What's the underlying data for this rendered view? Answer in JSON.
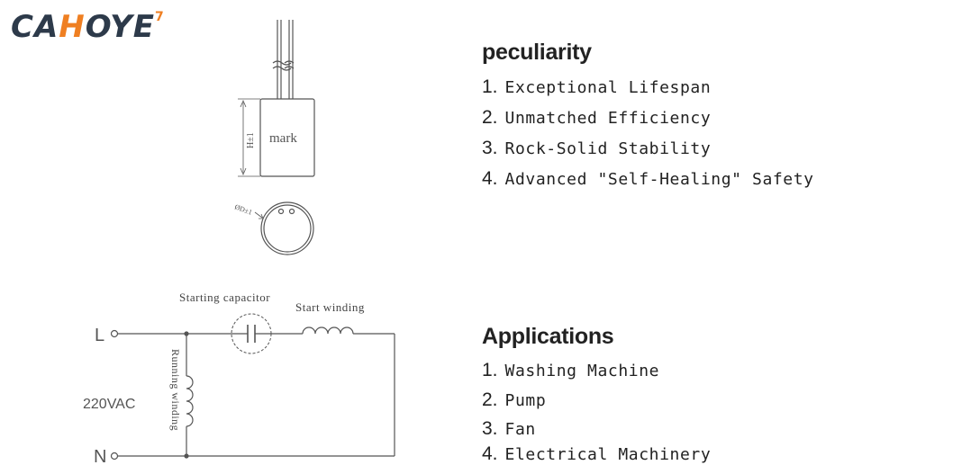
{
  "logo": {
    "text_pre": "CA",
    "text_h": "H",
    "text_post": "OYE",
    "sup": "7"
  },
  "diagram": {
    "capacitor_label": "mark",
    "height_label": "H±1",
    "diameter_label": "ØD±1",
    "starting_capacitor_label": "Starting capacitor",
    "start_winding_label": "Start winding",
    "running_winding_label": "Running winding",
    "voltage_label": "220VAC",
    "terminal_l": "L",
    "terminal_n": "N"
  },
  "peculiarity": {
    "title": "peculiarity",
    "items": [
      {
        "num": "1.",
        "text": "Exceptional Lifespan"
      },
      {
        "num": "2.",
        "text": "Unmatched Efficiency"
      },
      {
        "num": "3.",
        "text": "Rock-Solid Stability"
      },
      {
        "num": "4.",
        "text": "Advanced \"Self-Healing\" Safety"
      }
    ]
  },
  "applications": {
    "title": "Applications",
    "items": [
      {
        "num": "1.",
        "text": "Washing  Machine"
      },
      {
        "num": "2.",
        "text": "Pump"
      },
      {
        "num": "3.",
        "text": "Fan"
      },
      {
        "num": "4.",
        "text": "Electrical  Machinery"
      }
    ]
  },
  "colors": {
    "logo_main": "#2d3a4a",
    "logo_accent": "#ef7f22",
    "line": "#444444",
    "text": "#222222"
  }
}
